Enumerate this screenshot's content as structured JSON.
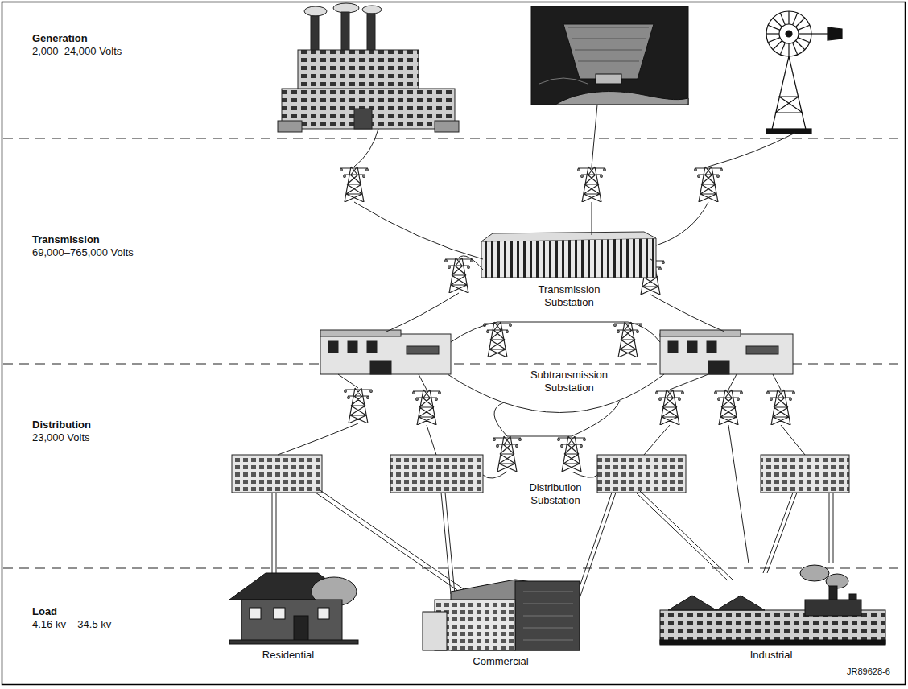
{
  "diagram": {
    "labels": [
      "Generation",
      "2,000–24,000 Volts",
      "Transmission",
      "69,000–765,000 Volts",
      "Distribution",
      "23,000 Volts",
      "Load",
      "4.16 kv – 34.5 kv",
      "Transmission Substation",
      "Subtransmission Substation",
      "Distribution Substation",
      "Residential",
      "Commercial",
      "Industrial",
      "JR89628-6"
    ]
  }
}
